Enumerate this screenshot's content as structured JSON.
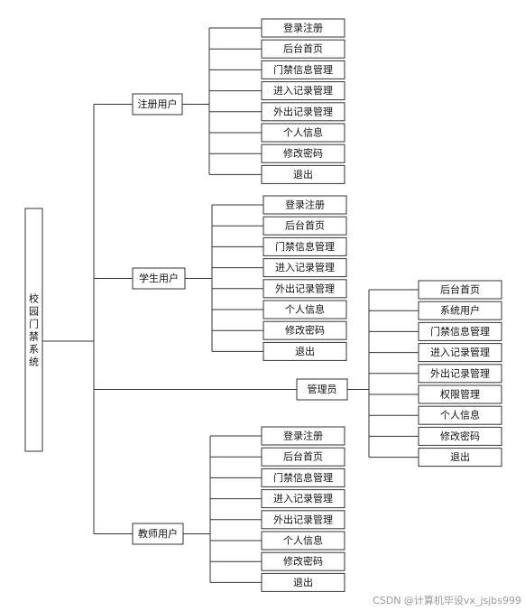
{
  "root": {
    "label": "校园门禁系统"
  },
  "groups": [
    {
      "key": "registered",
      "label": "注册用户",
      "items": [
        "登录注册",
        "后台首页",
        "门禁信息管理",
        "进入记录管理",
        "外出记录管理",
        "个人信息",
        "修改密码",
        "退出"
      ]
    },
    {
      "key": "student",
      "label": "学生用户",
      "items": [
        "登录注册",
        "后台首页",
        "门禁信息管理",
        "进入记录管理",
        "外出记录管理",
        "个人信息",
        "修改密码",
        "退出"
      ]
    },
    {
      "key": "admin",
      "label": "管理员",
      "items": [
        "后台首页",
        "系统用户",
        "门禁信息管理",
        "进入记录管理",
        "外出记录管理",
        "权限管理",
        "个人信息",
        "修改密码",
        "退出"
      ]
    },
    {
      "key": "teacher",
      "label": "教师用户",
      "items": [
        "登录注册",
        "后台首页",
        "门禁信息管理",
        "进入记录管理",
        "外出记录管理",
        "个人信息",
        "修改密码",
        "退出"
      ]
    }
  ],
  "watermark": "CSDN @计算机毕设vx_jsjbs999",
  "colors": {
    "line": "#333333",
    "box_fill": "#ffffff",
    "text": "#111111",
    "watermark": "#9a9a9a"
  }
}
